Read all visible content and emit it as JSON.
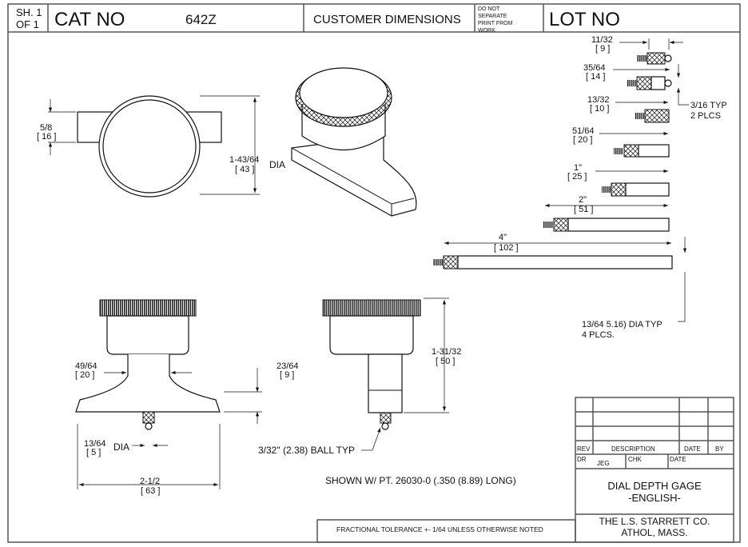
{
  "header": {
    "sheet_label_1": "SH. 1",
    "sheet_label_2": "OF  1",
    "cat_no_label": "CAT NO",
    "cat_no_value": "642Z",
    "customer_dimensions": "CUSTOMER DIMENSIONS",
    "note_lines": [
      "DO NOT",
      "SEPARATE",
      "PRINT FROM",
      "WORK"
    ],
    "lot_no_label": "LOT NO"
  },
  "top_view": {
    "dim_frac": "5/8",
    "dim_mm": "[ 16 ]"
  },
  "iso_view": {
    "dim_frac": "1-43/64",
    "dim_mm": "[ 43 ]",
    "dim_note": "DIA"
  },
  "extensions": [
    {
      "frac": "11/32",
      "mm": "[ 9 ]"
    },
    {
      "frac": "35/64",
      "mm": "[ 14 ]"
    },
    {
      "frac": "13/32",
      "mm": "[ 10 ]"
    },
    {
      "frac": "51/64",
      "mm": "[ 20 ]"
    },
    {
      "frac": "1\"",
      "mm": "[ 25 ]"
    },
    {
      "frac": "2\"",
      "mm": "[ 51 ]"
    },
    {
      "frac": "4\"",
      "mm": "[ 102 ]"
    }
  ],
  "ext_notes": {
    "typ_1": "3/16  TYP",
    "typ_2": "2 PLCS",
    "dia_1": "13/64  5.16) DIA TYP",
    "dia_2": "4 PLCS."
  },
  "front_view": {
    "neck_frac": "49/64",
    "neck_mm": "[ 20 ]",
    "base_frac": "23/64",
    "base_mm": "[ 9 ]",
    "tip_frac": "13/64",
    "tip_mm": "[ 5 ]",
    "tip_note": "DIA",
    "width_frac": "2-1/2",
    "width_mm": "[ 63 ]"
  },
  "side_view": {
    "height_frac": "1-31/32",
    "height_mm": "[ 50 ]",
    "ball_note": "3/32\" (2.38) BALL TYP"
  },
  "shown_note": "SHOWN W/ PT. 26030-0  (.350 (8.89) LONG)",
  "tolerance_note": "FRACTIONAL TOLERANCE  +- 1/64 UNLESS OTHERWISE NOTED",
  "title_block": {
    "rev": "REV",
    "description": "DESCRIPTION",
    "date": "DATE",
    "by": "BY",
    "dr": "DR",
    "dr_value": "JEG",
    "chk": "CHK",
    "date2": "DATE",
    "title_1": "DIAL DEPTH GAGE",
    "title_2": "-ENGLISH-",
    "company_1": "THE L.S. STARRETT CO.",
    "company_2": "ATHOL, MASS."
  }
}
